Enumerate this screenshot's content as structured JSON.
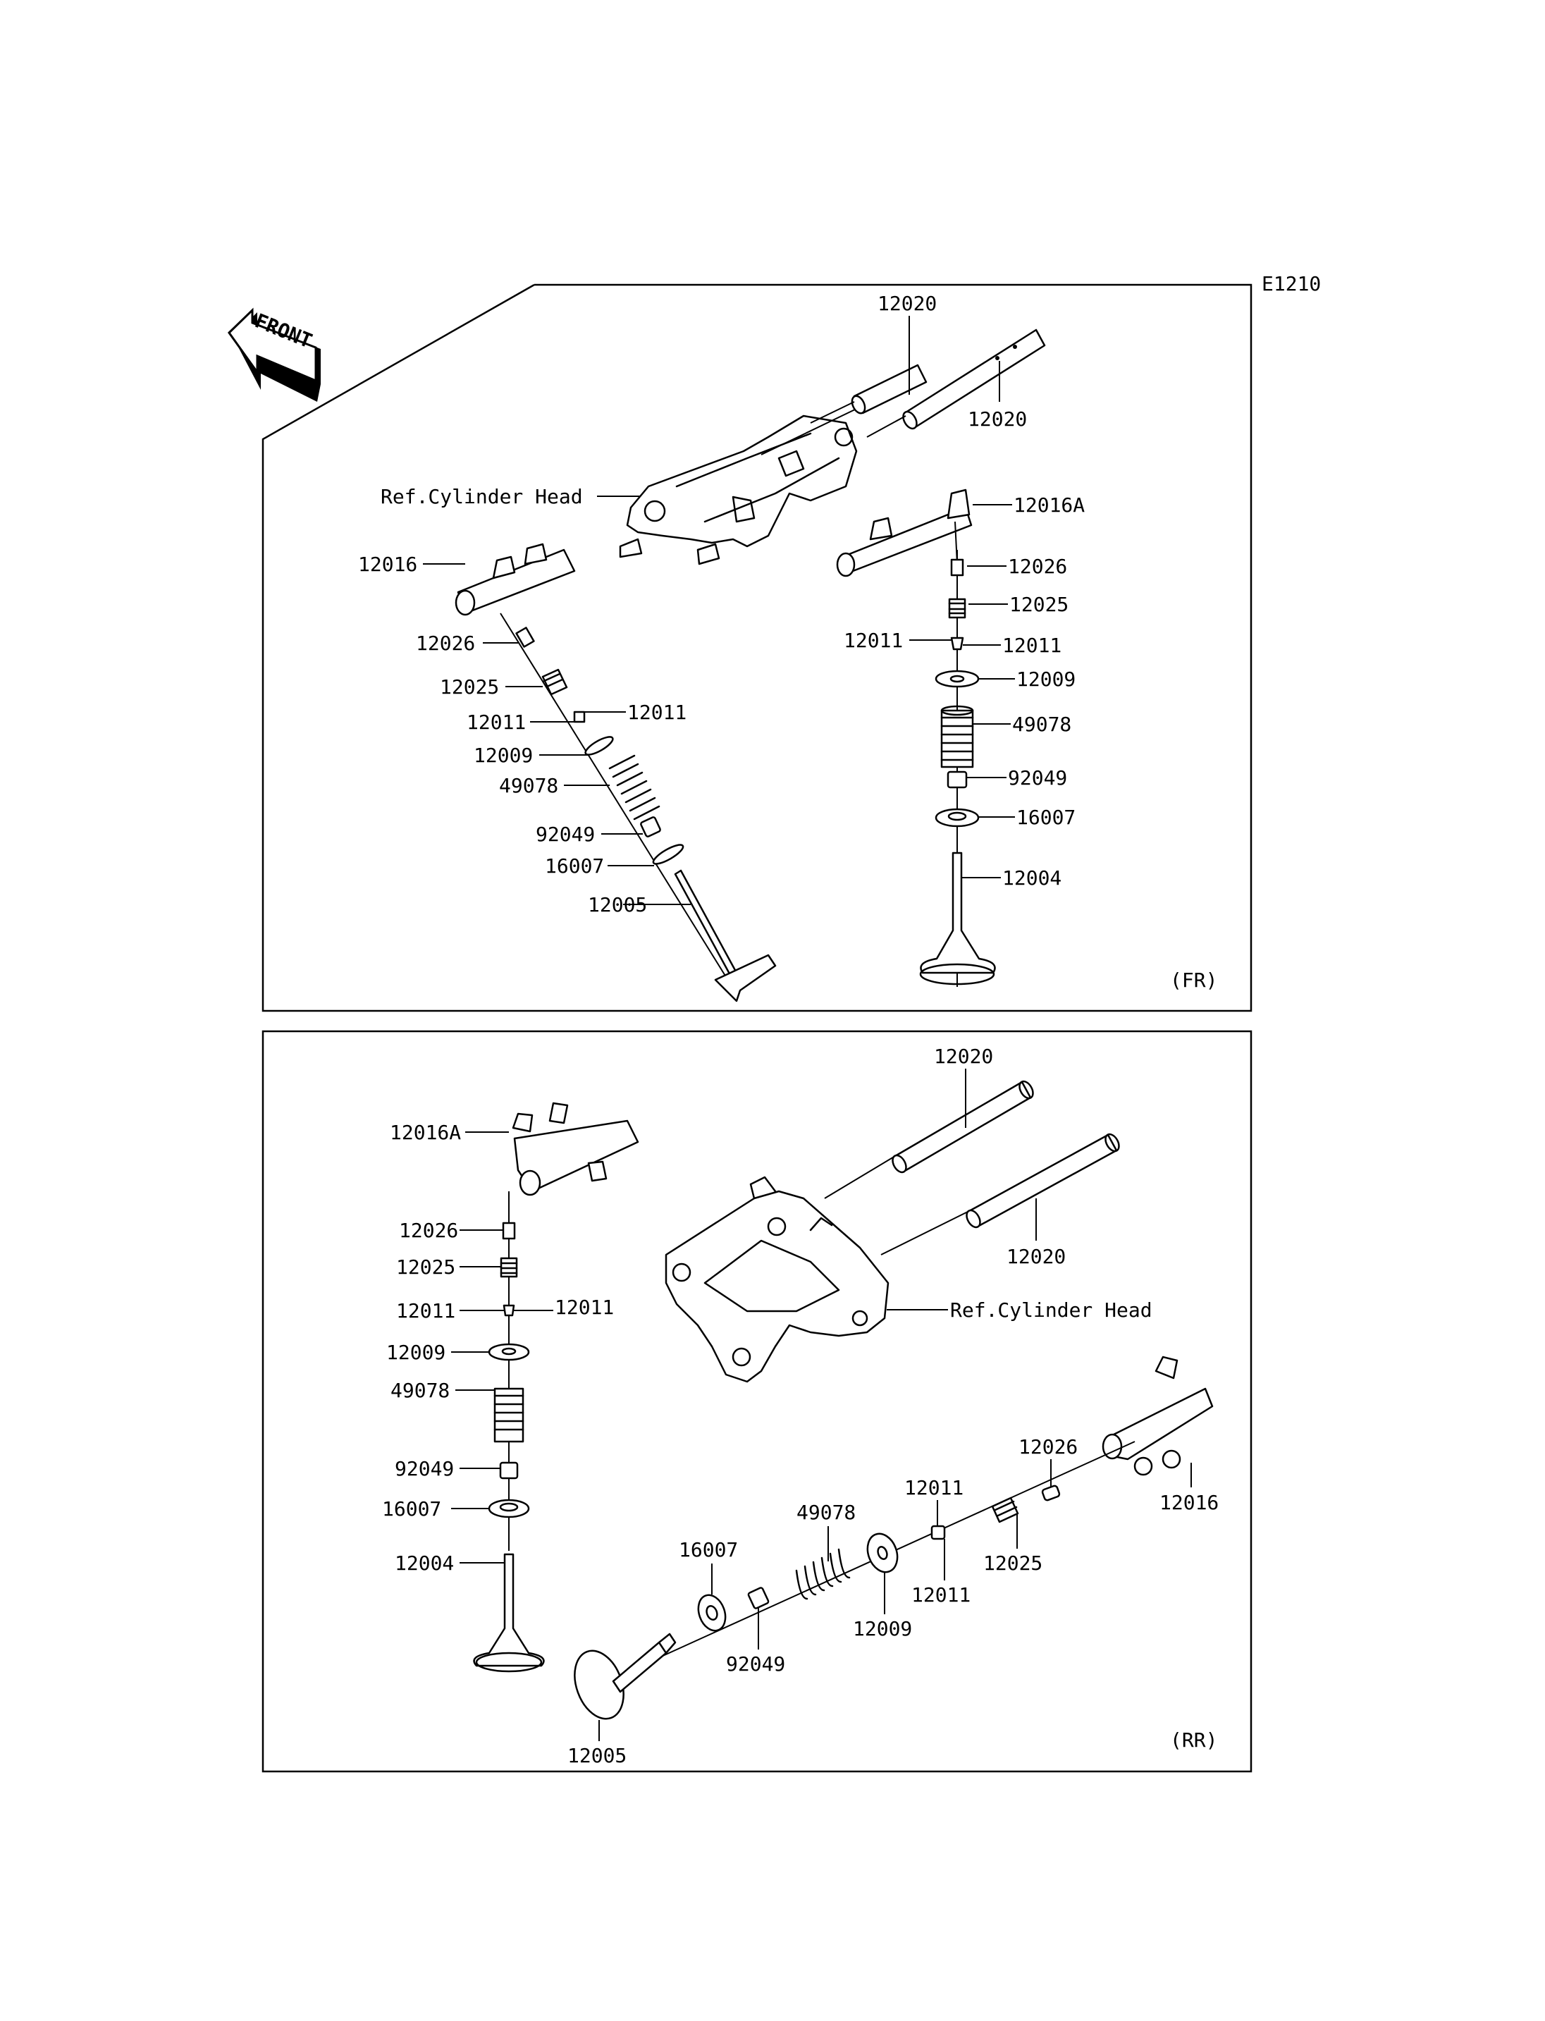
{
  "diagram_code": "E1210",
  "front_badge": "FRONT",
  "ref_cylinder_head": "Ref.Cylinder Head",
  "panel_fr": {
    "tag": "(FR)",
    "labels": {
      "shaft_a": "12020",
      "shaft_b": "12020",
      "rocker_left": "12016",
      "rocker_right": "12016A",
      "adj_l": "12026",
      "adj_r": "12026",
      "nut_l": "12025",
      "nut_r": "12025",
      "cot_l1": "12011",
      "cot_l2": "12011",
      "cot_r1": "12011",
      "cot_r2": "12011",
      "ret_l": "12009",
      "ret_r": "12009",
      "spring_l": "49078",
      "spring_r": "49078",
      "seal_l": "92049",
      "seal_r": "92049",
      "seat_l": "16007",
      "seat_r": "16007",
      "valve_ex": "12005",
      "valve_in": "12004"
    }
  },
  "panel_rr": {
    "tag": "(RR)",
    "labels": {
      "shaft_a": "12020",
      "shaft_b": "12020",
      "rocker_left": "12016A",
      "rocker_right": "12016",
      "adj_l": "12026",
      "adj_r": "12026",
      "nut_l": "12025",
      "nut_r": "12025",
      "cot_l1": "12011",
      "cot_l2": "12011",
      "cot_r1": "12011",
      "cot_r2": "12011",
      "ret_l": "12009",
      "ret_r": "12009",
      "spring_l": "49078",
      "spring_r": "49078",
      "seal_l": "92049",
      "seal_r": "92049",
      "seat_l": "16007",
      "seat_r": "16007",
      "valve_in": "12004",
      "valve_ex": "12005"
    }
  }
}
